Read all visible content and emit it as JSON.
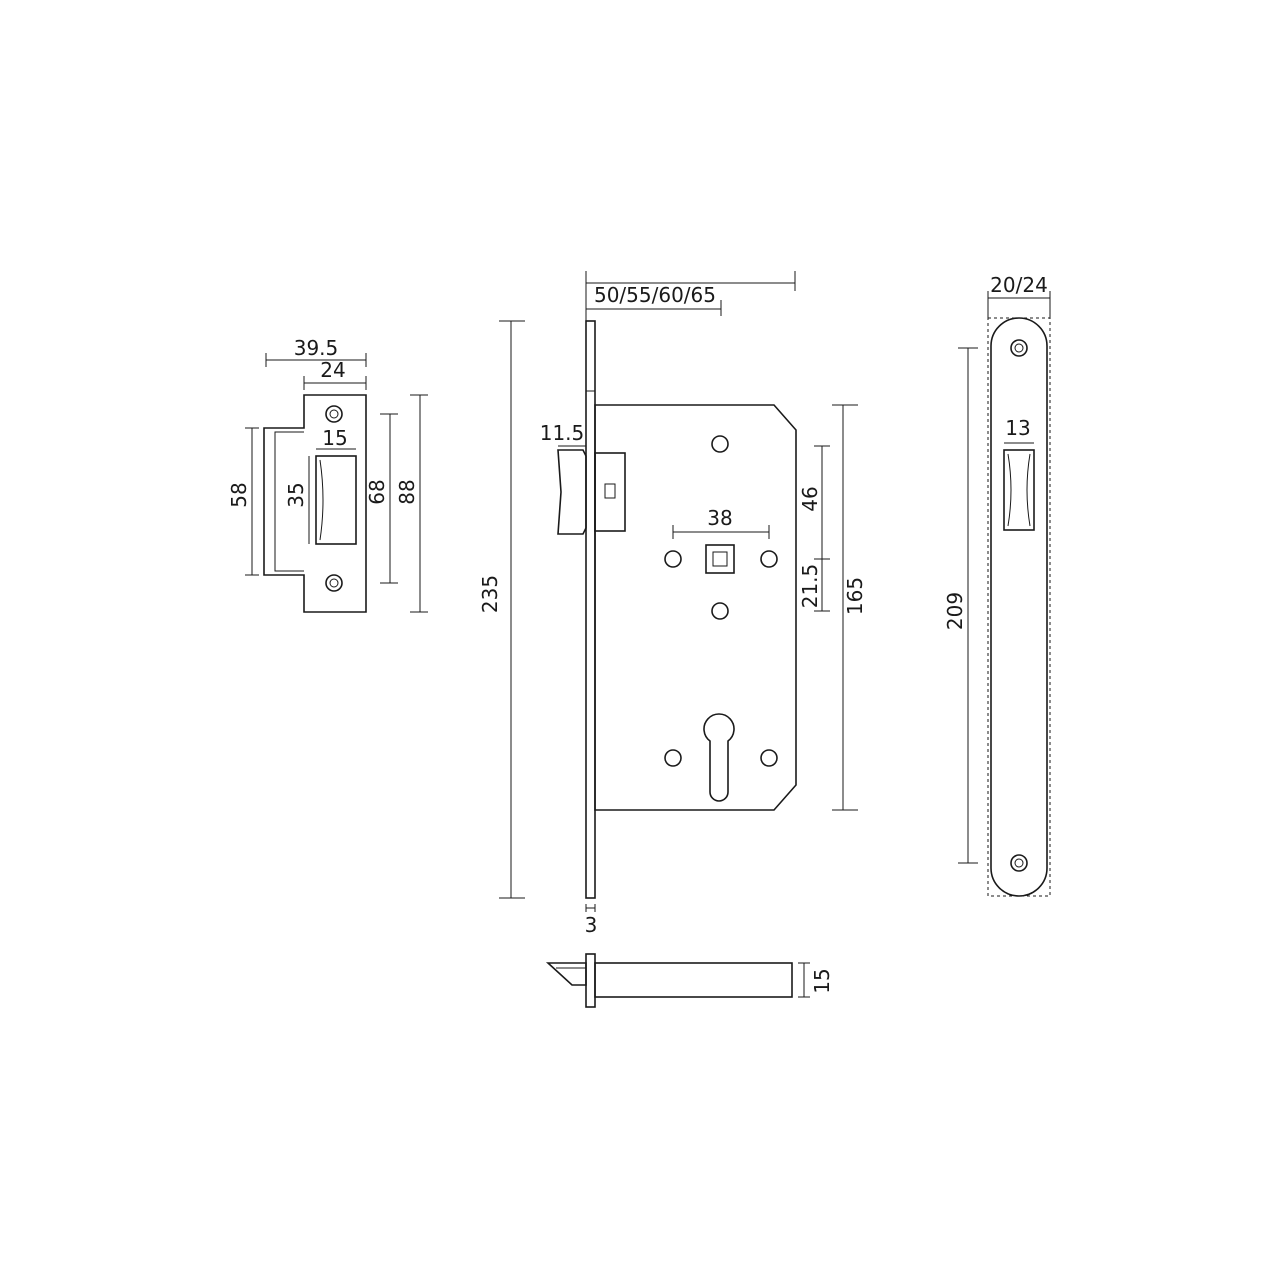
{
  "strike_plate": {
    "width_overall": "39.5",
    "width_plate": "24",
    "opening_width": "15",
    "opening_height": "35",
    "lip_height": "58",
    "hole_spacing": "68",
    "plate_height": "88"
  },
  "lock_body": {
    "backset_options": "50/55/60/65",
    "latch_projection": "11.5",
    "follower_to_cylinder": "38",
    "upper_offset": "46",
    "follower_offset": "21.5",
    "case_height": "165",
    "forend_height": "235",
    "forend_thickness": "3",
    "latch_depth": "15"
  },
  "forend_plate": {
    "width_options": "20/24",
    "latch_opening_width": "13",
    "screw_spacing": "209"
  }
}
